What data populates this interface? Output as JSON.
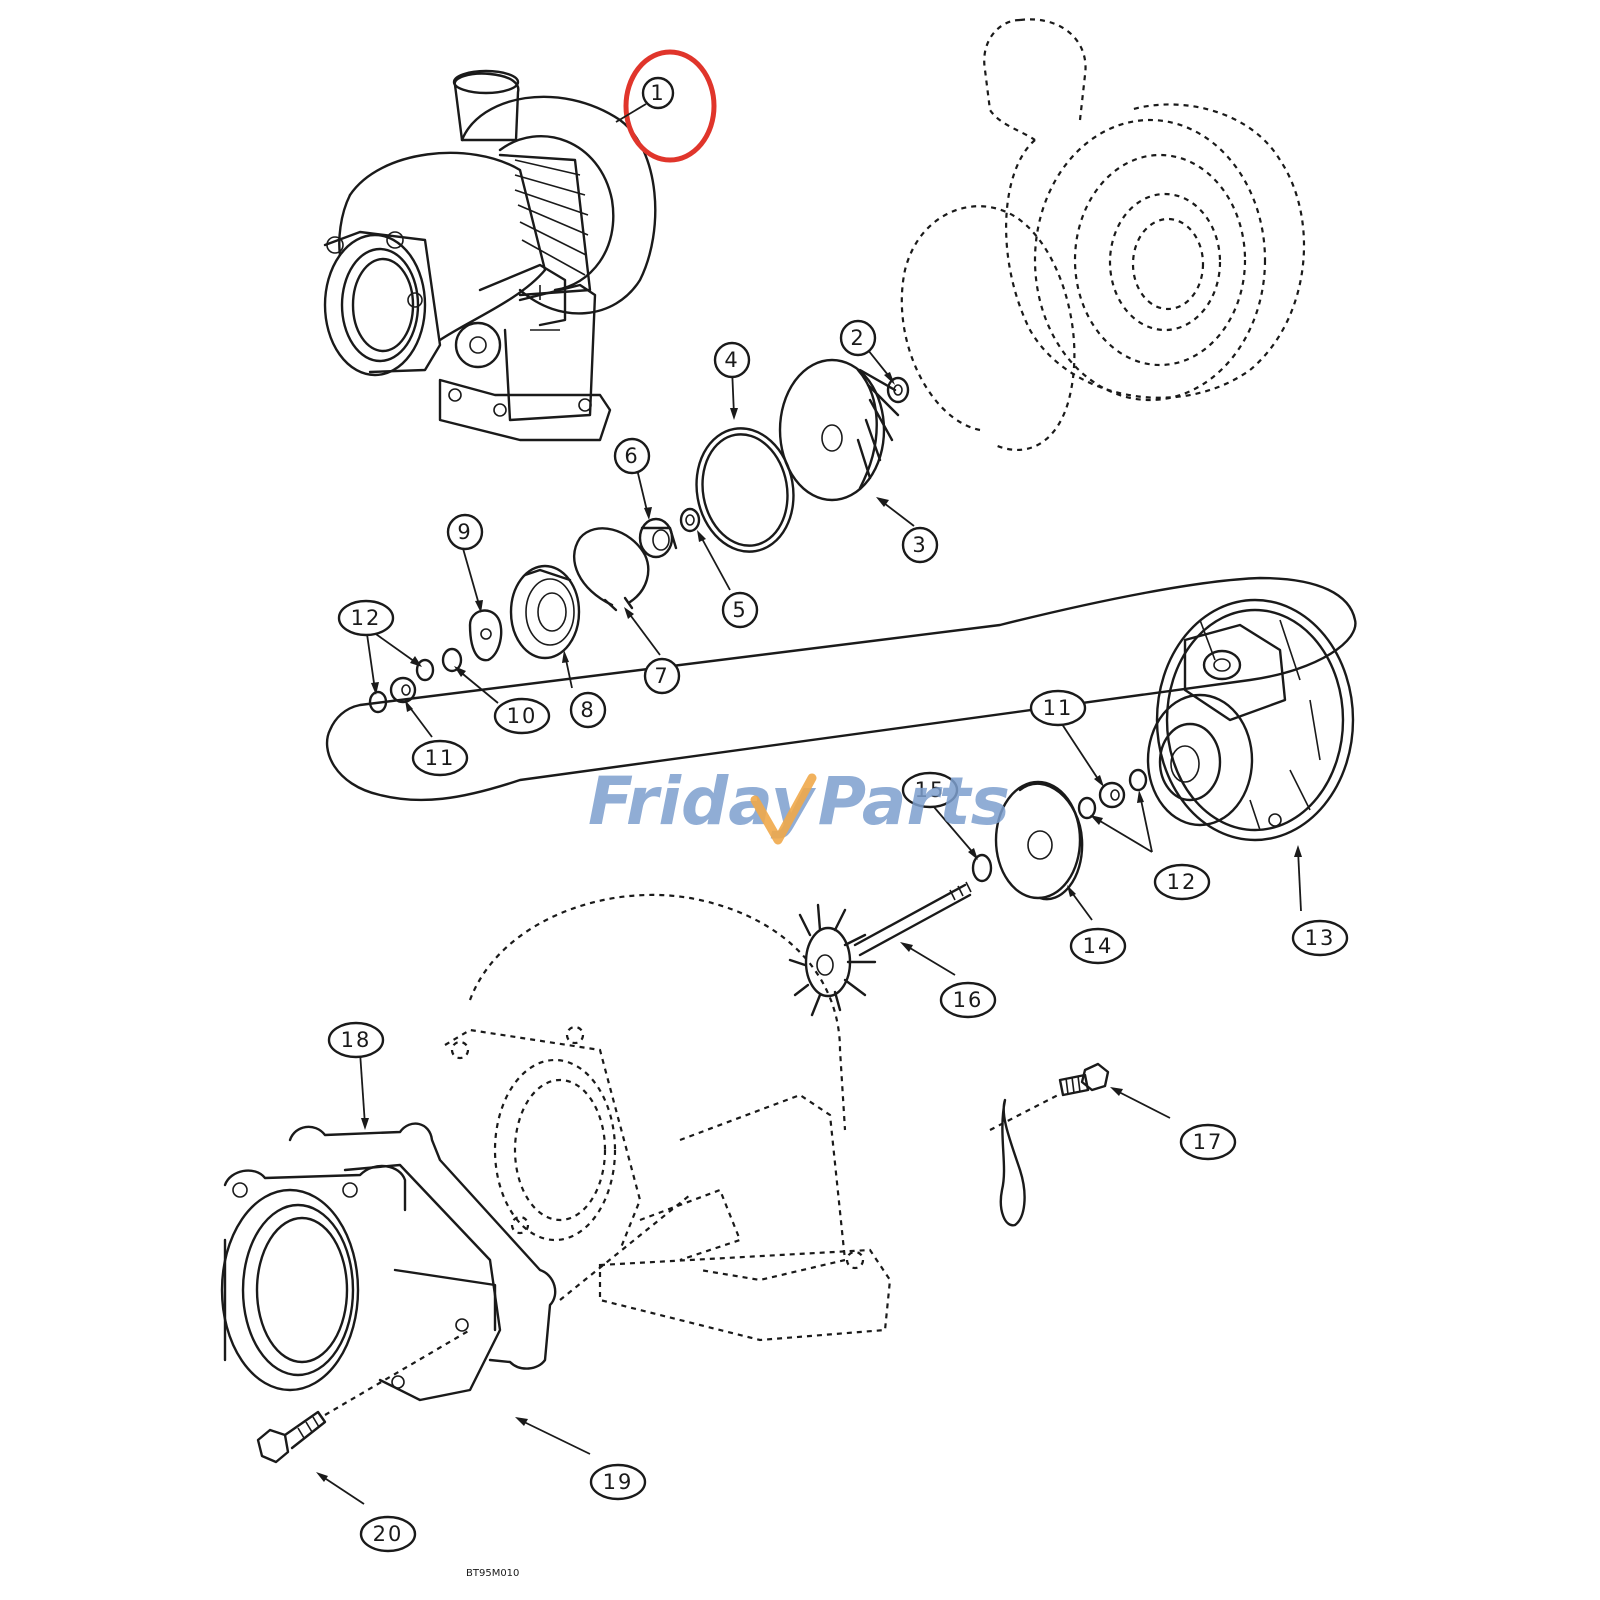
{
  "diagram": {
    "type": "exploded-parts-diagram",
    "highlight_color": "#e0352b",
    "highlighted_callout": "1",
    "drawing_code": "BT95M010",
    "watermark": {
      "brand_main": "Friday",
      "brand_second": "Parts",
      "colors": {
        "text": "#7d9fce",
        "accent": "#f0a94a"
      }
    },
    "callouts": [
      {
        "id": "c1",
        "label": "1"
      },
      {
        "id": "c2",
        "label": "2"
      },
      {
        "id": "c3",
        "label": "3"
      },
      {
        "id": "c4",
        "label": "4"
      },
      {
        "id": "c5",
        "label": "5"
      },
      {
        "id": "c6",
        "label": "6"
      },
      {
        "id": "c7",
        "label": "7"
      },
      {
        "id": "c8",
        "label": "8"
      },
      {
        "id": "c9",
        "label": "9"
      },
      {
        "id": "c10",
        "label": "10"
      },
      {
        "id": "c11a",
        "label": "11"
      },
      {
        "id": "c11b",
        "label": "11"
      },
      {
        "id": "c12a",
        "label": "12"
      },
      {
        "id": "c12b",
        "label": "12"
      },
      {
        "id": "c13",
        "label": "13"
      },
      {
        "id": "c14",
        "label": "14"
      },
      {
        "id": "c15",
        "label": "15"
      },
      {
        "id": "c16",
        "label": "16"
      },
      {
        "id": "c17",
        "label": "17"
      },
      {
        "id": "c18",
        "label": "18"
      },
      {
        "id": "c19",
        "label": "19"
      },
      {
        "id": "c20",
        "label": "20"
      }
    ]
  }
}
